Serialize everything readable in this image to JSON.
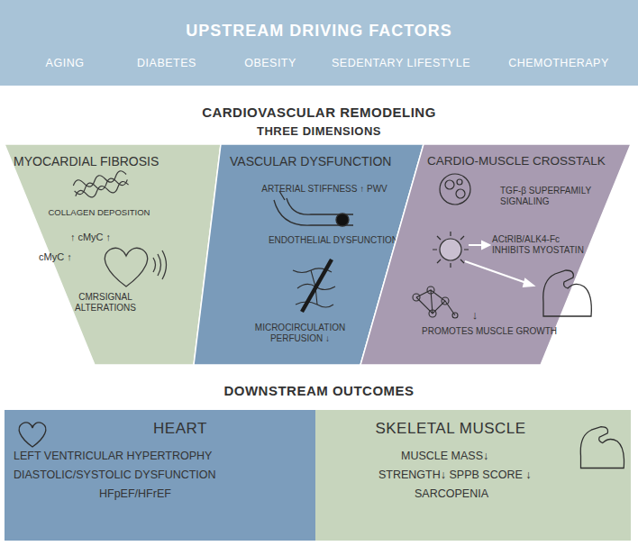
{
  "diagram": {
    "nodes": [
      {
        "text": [
          "UPSTREAM DRIVING FACTORS",
          "AGING",
          "DIABETES",
          "OBESITY",
          "SEDENTARY LIFESTYLE",
          "CHEMOTHERAPY"
        ]
      },
      {
        "text": [
          "MYOCARDIAL FIBROSIS",
          "COLLAGEN DEPOSITION",
          "↑ cMyC ↑",
          "cMyC ↑",
          "CMRSIGNAL ALTERATIONS"
        ]
      },
      {
        "text": [
          "VASCULAR DYSFUNCTION",
          "ARTERIAL STIFFNESS ↑ PWV",
          "ENDOTHELIAL DYSFUNCTION",
          "MICROCIRCULATION PERFUSION ↓"
        ]
      },
      {
        "text": [
          "CARDIO-MUSCLE CROSSTALK",
          "TGF-β SUPERFAMILY SIGNALING",
          "ACtRIB/ALK4-Fc INHIBITS MYOSTATIN",
          "↓",
          "PROMOTES MUSCLE GROWTH"
        ]
      },
      {
        "text": [
          "HEART",
          "LEFT VENTRICULAR HYPERTROPHY",
          "DIASTOLIC/SYSTOLIC DYSFUNCTION",
          "HFpEF/HFrEF"
        ]
      },
      {
        "text": [
          "SKELETAL MUSCLE",
          "MUSCLE MASS↓",
          "STRENGTH↓ SPPB SCORE ↓",
          "SARCOPENIA"
        ]
      }
    ],
    "labels": [
      "CARDIOVASCULAR REMODELING",
      "THREE DIMENSIONS",
      "DOWNSTREAM OUTCOMES"
    ]
  }
}
